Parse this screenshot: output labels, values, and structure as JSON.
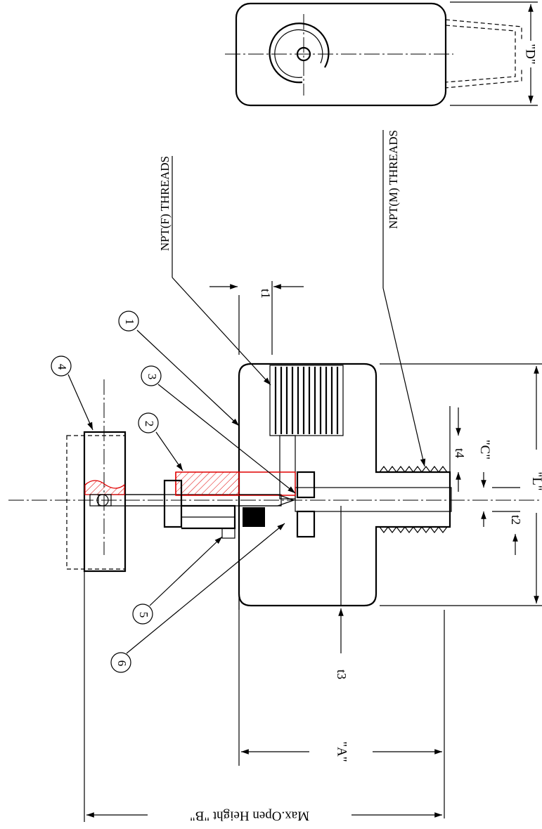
{
  "labels": {
    "npt_f": "NPT(F) THREADS",
    "npt_m": "NPT(M) THREADS",
    "t1": "t1",
    "t2": "t2",
    "t3": "t3",
    "t4": "t4",
    "dim_a": "\"A\"",
    "dim_c": "\"C\"",
    "dim_d": "\"D\"",
    "dim_l": "\"L\"",
    "max_open_height": "Max.Open Height \"B\""
  },
  "balloons": [
    "1",
    "2",
    "3",
    "4",
    "5",
    "6"
  ],
  "colors": {
    "line": "#000000",
    "handle_section": "#e00000"
  }
}
